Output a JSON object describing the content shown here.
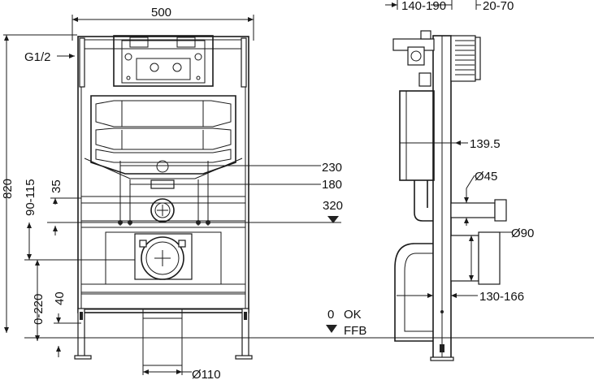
{
  "front_view": {
    "width_label": "500",
    "height_label": "820",
    "inlet_label": "G1/2",
    "dim_90_115": "90-115",
    "dim_35": "35",
    "dim_0_220": "0-220",
    "dim_40": "40",
    "label_230": "230",
    "label_180": "180",
    "label_320": "320",
    "label_ok_value": "0",
    "label_ok": "OK",
    "label_ffb": "FFB",
    "outlet_label": "Ø110"
  },
  "side_view": {
    "depth_label": "140-190",
    "plate_label": "20-70",
    "dim_139_5": "139.5",
    "pipe_45_label": "Ø45",
    "pipe_90_label": "Ø90",
    "range_label": "130-166"
  }
}
